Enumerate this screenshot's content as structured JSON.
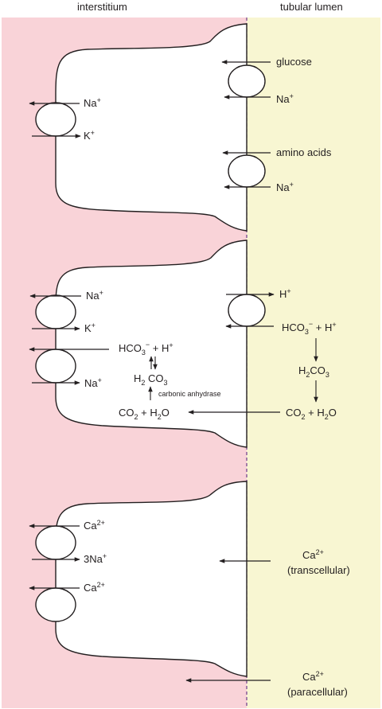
{
  "header": {
    "left_label": "interstitium",
    "right_label": "tubular lumen"
  },
  "colors": {
    "interstitium": "#f9d3d8",
    "lumen": "#f8f6d2",
    "border": "#6b3a8a",
    "line": "#231f20"
  },
  "cell1": {
    "basolateral_na": "Na",
    "basolateral_na_charge": "+",
    "basolateral_k": "K",
    "basolateral_k_charge": "+",
    "glucose": "glucose",
    "glucose_na": "Na",
    "glucose_na_charge": "+",
    "amino_acids": "amino acids",
    "amino_na": "Na",
    "amino_na_charge": "+"
  },
  "cell2": {
    "basolateral_na": "Na",
    "basolateral_na_charge": "+",
    "basolateral_k": "K",
    "basolateral_k_charge": "+",
    "basolateral_na2": "Na",
    "basolateral_na2_charge": "+",
    "h_out": "H",
    "h_out_charge": "+",
    "intra_hco3": "HCO",
    "intra_hco3_sub": "3",
    "intra_hco3_sup": "−",
    "intra_plus_h": " + H",
    "intra_h_charge": "+",
    "intra_h2": "H",
    "intra_h2_sub": "2",
    "intra_co3": " CO",
    "intra_co3_sub": "3",
    "enzyme": "carbonic anhydrase",
    "intra_co2": "CO",
    "intra_co2_sub": "2",
    "intra_plus_h2o": " + H",
    "intra_h2o_sub": "2",
    "intra_o": "O",
    "lumen_hco3": "HCO",
    "lumen_hco3_sub": "3",
    "lumen_hco3_sup": "−",
    "lumen_plus_h": " + H",
    "lumen_h_charge": "+",
    "lumen_h2": "H",
    "lumen_h2_sub": "2",
    "lumen_co3": "CO",
    "lumen_co3_sub": "3",
    "lumen_co2": "CO",
    "lumen_co2_sub": "2",
    "lumen_plus_h2o": " + H",
    "lumen_h2o_sub": "2",
    "lumen_o": "O"
  },
  "cell3": {
    "ca_top": "Ca",
    "ca_top_charge": "2+",
    "na3": "3Na",
    "na3_charge": "+",
    "ca_bottom": "Ca",
    "ca_bottom_charge": "2+",
    "ca_trans": "Ca",
    "ca_trans_charge": "2+",
    "transcellular": "(transcellular)",
    "ca_para": "Ca",
    "ca_para_charge": "2+",
    "paracellular": "(paracellular)"
  }
}
